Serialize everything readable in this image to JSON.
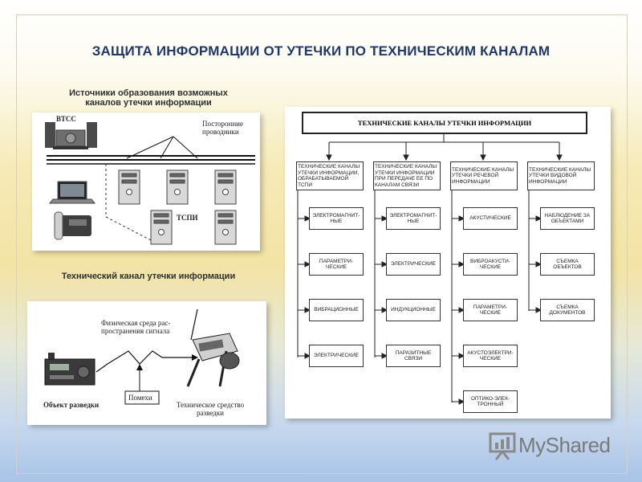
{
  "title": "ЗАЩИТА ИНФОРМАЦИИ ОТ УТЕЧКИ ПО ТЕХНИЧЕСКИМ КАНАЛАМ",
  "panel1": {
    "caption": "Источники образования возможных каналов утечки информации",
    "label_vtss": "ВТСС",
    "label_conductors": "Посторонние проводники",
    "label_tspi": "ТСПИ"
  },
  "panel2": {
    "caption": "Технический канал утечки информации",
    "label_medium": "Физическая среда рас-пространения сигнала",
    "label_object": "Объект разведки",
    "label_noise": "Помехи",
    "label_device": "Техническое средство разведки"
  },
  "flowchart": {
    "header": "ТЕХНИЧЕСКИЕ КАНАЛЫ УТЕЧКИ ИНФОРМАЦИИ",
    "columns": [
      {
        "category": "ТЕХНИЧЕСКИЕ КАНАЛЫ УТЕЧКИ ИНФОРМАЦИИ, ОБРАБАТЫВАЕМОЙ ТСПИ",
        "items": [
          "ЭЛЕКТРОМАГНИТ-НЫЕ",
          "ПАРАМЕТРИ-ЧЕСКИЕ",
          "ВИБРАЦИОННЫЕ",
          "ЭЛЕКТРИЧЕСКИЕ"
        ]
      },
      {
        "category": "ТЕХНИЧЕСКИЕ КАНАЛЫ УТЕЧКИ ИНФОРМАЦИИ ПРИ ПЕРЕДАЧЕ ЕЕ ПО КАНАЛАМ СВЯЗИ",
        "items": [
          "ЭЛЕКТРОМАГНИТ-НЫЕ",
          "ЭЛЕКТРИЧЕСКИЕ",
          "ИНДУКЦИОННЫЕ",
          "ПАРАЗИТНЫЕ СВЯЗИ"
        ]
      },
      {
        "category": "ТЕХНИЧЕСКИЕ КАНАЛЫ УТЕЧКИ РЕЧЕВОЙ ИНФОРМАЦИИ",
        "items": [
          "АКУСТИЧЕСКИЕ",
          "ВИБРОАКУСТИ-ЧЕСКИЕ",
          "ПАРАМЕТРИ-ЧЕСКИЕ",
          "АКУСТОЭЛЕКТРИ-ЧЕСКИЕ",
          "ОПТИКО-ЭЛЕК-ТРОННЫЙ"
        ]
      },
      {
        "category": "ТЕХНИЧЕСКИЕ КАНАЛЫ УТЕЧКИ ВИДОВОЙ ИНФОРМАЦИИ",
        "items": [
          "НАБЛЮДЕНИЕ ЗА ОБЪЕКТАМИ",
          "СЪЕМКА ОБЪЕКТОВ",
          "СЪЕМКА ДОКУМЕНТОВ"
        ]
      }
    ]
  },
  "logo": {
    "text": "MyShared"
  }
}
